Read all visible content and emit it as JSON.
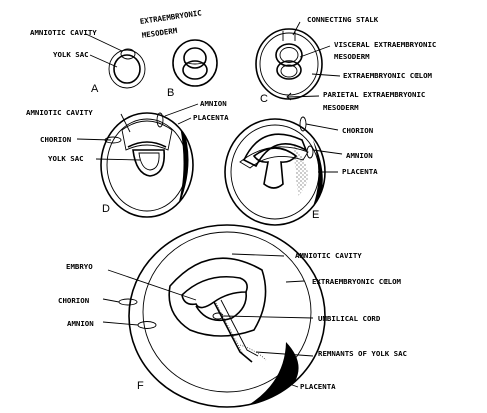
{
  "panels": {
    "a": "A",
    "b": "B",
    "c": "C",
    "d": "D",
    "e": "E",
    "f": "F"
  },
  "labels": {
    "a_amniotic_cavity": "AMNIOTIC CAVITY",
    "a_yolk_sac": "YOLK SAC",
    "b_extraembryonic": "EXTRAEMBRYONIC",
    "b_mesoderm": "MESODERM",
    "c_connecting_stalk": "CONNECTING STALK",
    "c_visceral": "VISCERAL EXTRAEMBRYONIC",
    "c_visceral_mesoderm": "MESODERM",
    "c_coelom": "EXTRAEMBRYONIC CŒLOM",
    "c_parietal": "PARIETAL EXTRAEMBRYONIC",
    "c_parietal_mesoderm": "MESODERM",
    "d_amniotic_cavity": "AMNIOTIC CAVITY",
    "d_amnion": "AMNION",
    "d_placenta": "PLACENTA",
    "d_chorion": "CHORION",
    "d_yolk_sac": "YOLK SAC",
    "e_chorion": "CHORION",
    "e_amnion": "AMNION",
    "e_placenta": "PLACENTA",
    "f_amniotic_cavity": "AMNIOTIC CAVITY",
    "f_embryo": "EMBRYO",
    "f_coelom": "EXTRAEMBRYONIC CŒLOM",
    "f_chorion": "CHORION",
    "f_amnion": "AMNION",
    "f_umbilical_cord": "UMBILICAL CORD",
    "f_remnants": "REMNANTS OF YOLK SAC",
    "f_placenta": "PLACENTA"
  }
}
